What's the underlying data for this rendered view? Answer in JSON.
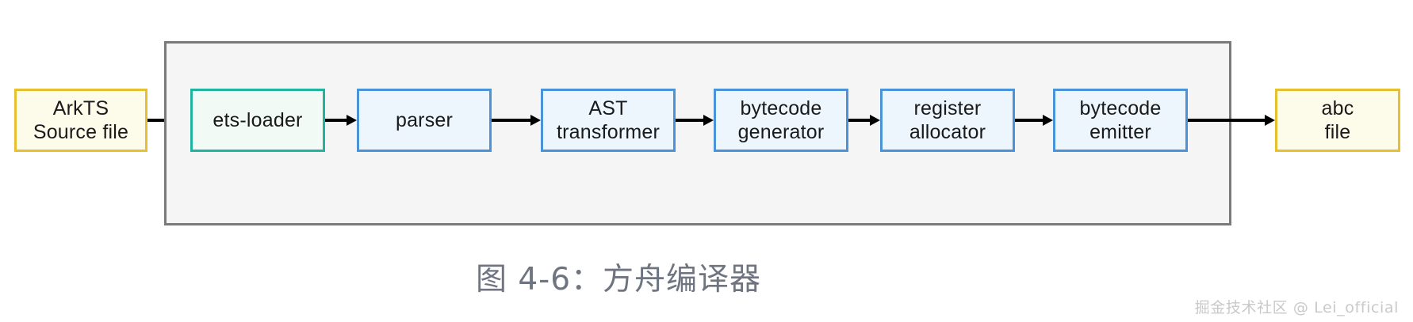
{
  "diagram": {
    "title_caption": "图 4-6：方舟编译器",
    "container_label": "ark-compiler-pipeline",
    "colors": {
      "container_fill": "#f5f5f5",
      "container_border": "#7a7a7a",
      "io_fill": "#fdfbe9",
      "io_border": "#e6c02e",
      "loader_fill": "#f1faf4",
      "loader_border": "#1fb3a0",
      "stage_fill": "#edf6fd",
      "stage_border": "#4a93d9",
      "arrow": "#000000",
      "caption_text": "#6f7580",
      "watermark_text": "#c9c9c9"
    },
    "nodes": {
      "source_file": "ArkTS\nSource file",
      "ets_loader": "ets-loader",
      "parser": "parser",
      "ast_transformer": "AST\ntransformer",
      "bytecode_generator": "bytecode\ngenerator",
      "register_allocator": "register\nallocator",
      "bytecode_emitter": "bytecode\nemitter",
      "abc_file": "abc\nfile"
    },
    "flow_sequence": [
      "ArkTS Source file",
      "ets-loader",
      "parser",
      "AST transformer",
      "bytecode generator",
      "register allocator",
      "bytecode emitter",
      "abc file"
    ]
  },
  "watermark": {
    "text": "掘金技术社区 @ Lei_official"
  }
}
